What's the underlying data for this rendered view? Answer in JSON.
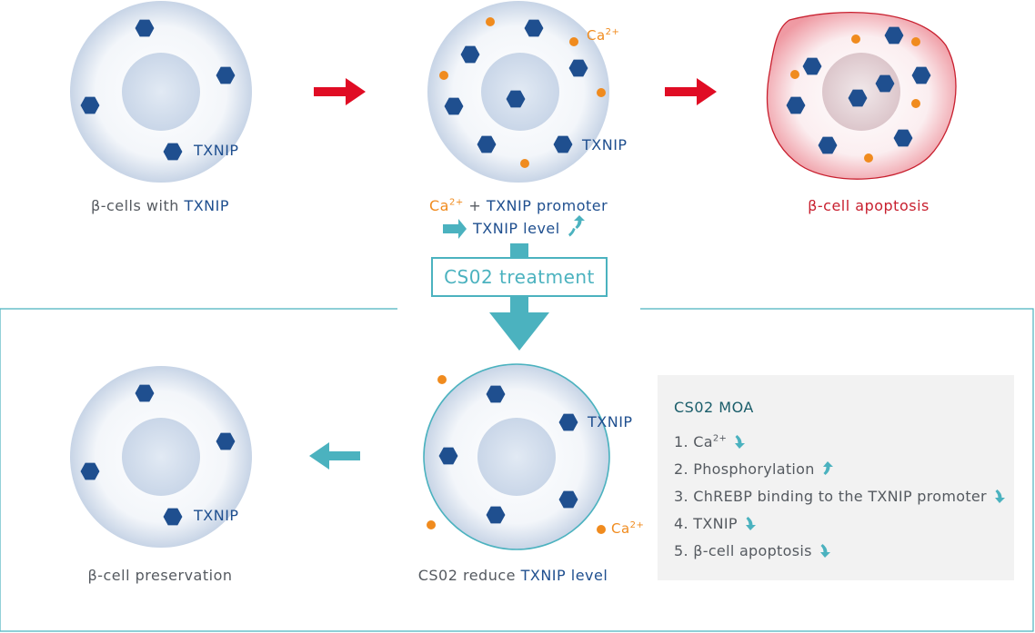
{
  "cells": {
    "cell1": {
      "label": "β-cells with ",
      "label_highlight": "TXNIP",
      "txnip_label": "TXNIP"
    },
    "cell2": {
      "ca_label": "Ca",
      "ca_sup": "2+",
      "txnip_label": "TXNIP",
      "caption_ca": "Ca",
      "caption_sup": "2+",
      "caption_plus": " + ",
      "caption_promoter": "TXNIP promoter",
      "level_label": "TXNIP level"
    },
    "cell3": {
      "label": "β-cell apoptosis"
    },
    "cell4": {
      "txnip_label": "TXNIP",
      "ca_label": "Ca",
      "ca_sup": "2+",
      "caption_prefix": "CS02 reduce ",
      "caption_highlight": "TXNIP level"
    },
    "cell5": {
      "txnip_label": "TXNIP",
      "label": "β-cell preservation"
    }
  },
  "treatment": {
    "label": "CS02 treatment"
  },
  "moa": {
    "title": "CS02 MOA",
    "items": [
      {
        "text": "1. Ca",
        "sup": "2+",
        "trend": "down"
      },
      {
        "text": "2. Phosphorylation",
        "sup": "",
        "trend": "up"
      },
      {
        "text": "3. ChREBP binding to the TXNIP promoter",
        "sup": "",
        "trend": "down"
      },
      {
        "text": "4. TXNIP",
        "sup": "",
        "trend": "down"
      },
      {
        "text": "5. β-cell apoptosis",
        "sup": "",
        "trend": "down"
      }
    ]
  },
  "colors": {
    "txnip": "#1f4f8f",
    "calcium": "#f08b1e",
    "apoptosis": "#c8202f",
    "treatment": "#4bb2bf"
  }
}
